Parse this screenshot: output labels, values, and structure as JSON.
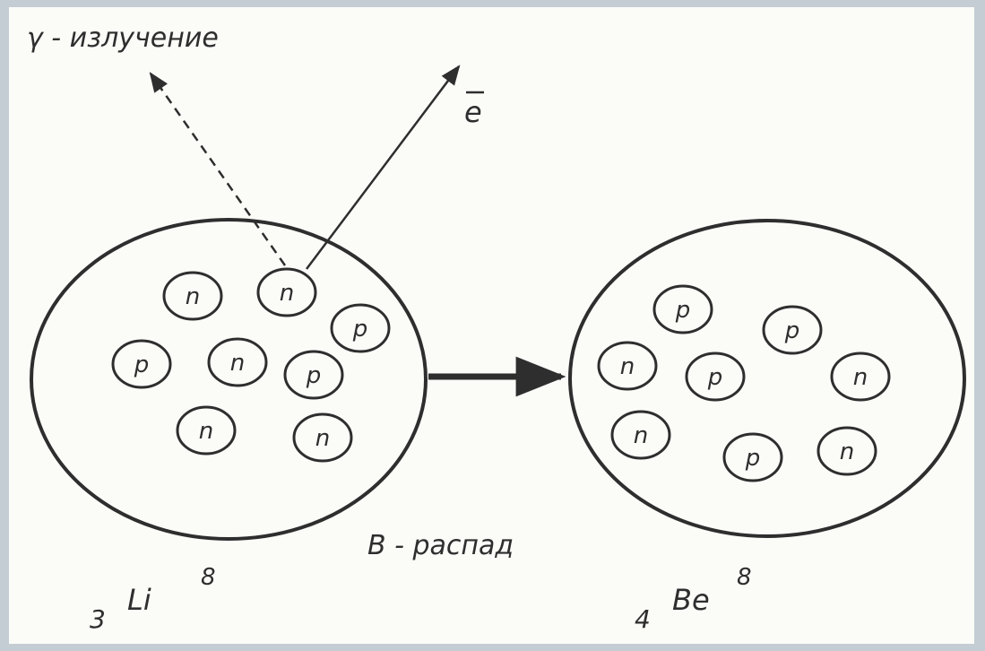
{
  "labels": {
    "gamma": "γ - излучение",
    "electron": "e",
    "decay": "В - распад",
    "li": {
      "z": "3",
      "symbol": "Li",
      "a": "8"
    },
    "be": {
      "z": "4",
      "symbol": "Be",
      "a": "8"
    }
  },
  "nucleus_li": {
    "particles": [
      {
        "label": "n",
        "kind": "neutron"
      },
      {
        "label": "n",
        "kind": "neutron"
      },
      {
        "label": "p",
        "kind": "proton"
      },
      {
        "label": "p",
        "kind": "proton"
      },
      {
        "label": "n",
        "kind": "neutron"
      },
      {
        "label": "p",
        "kind": "proton"
      },
      {
        "label": "n",
        "kind": "neutron"
      },
      {
        "label": "n",
        "kind": "neutron"
      }
    ]
  },
  "nucleus_be": {
    "particles": [
      {
        "label": "p",
        "kind": "proton"
      },
      {
        "label": "p",
        "kind": "proton"
      },
      {
        "label": "n",
        "kind": "neutron"
      },
      {
        "label": "p",
        "kind": "proton"
      },
      {
        "label": "n",
        "kind": "neutron"
      },
      {
        "label": "n",
        "kind": "neutron"
      },
      {
        "label": "p",
        "kind": "proton"
      },
      {
        "label": "n",
        "kind": "neutron"
      }
    ]
  }
}
